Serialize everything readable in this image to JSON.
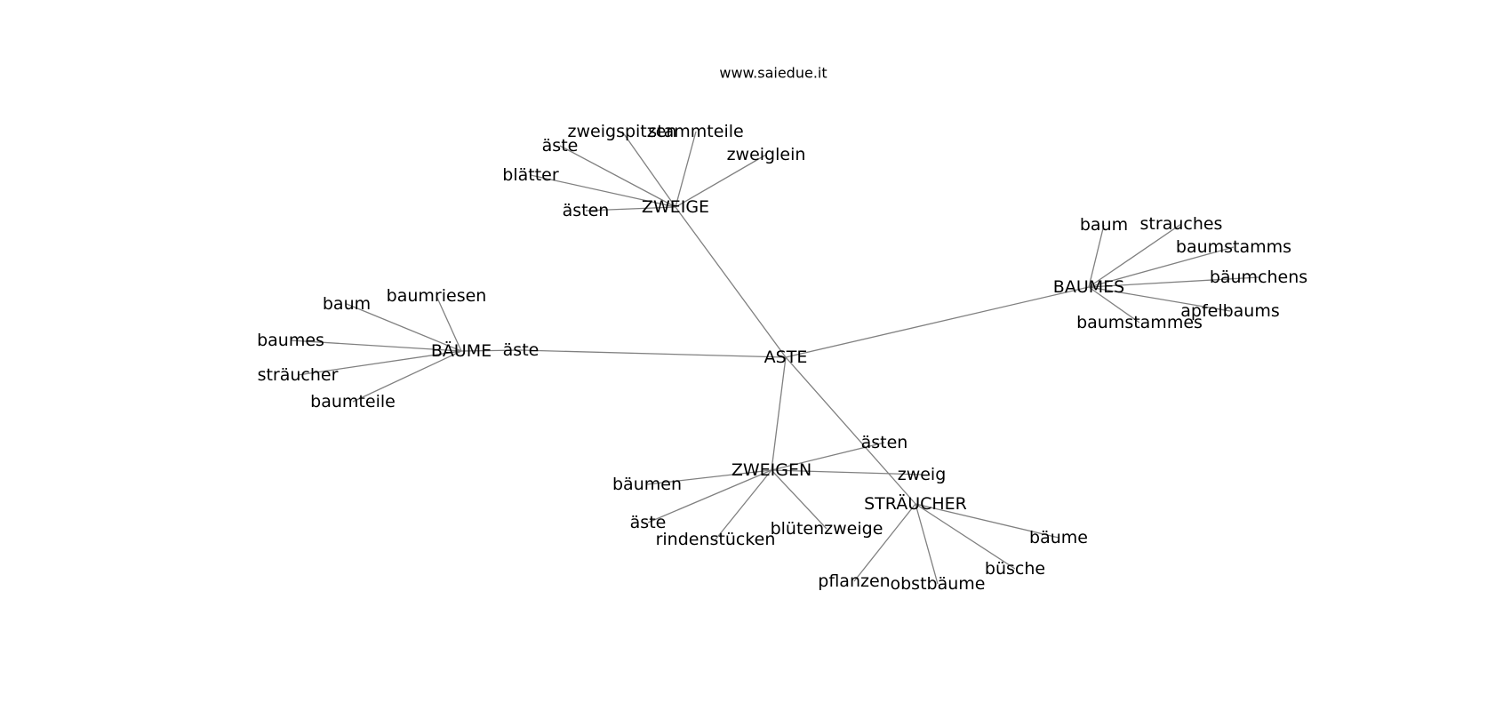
{
  "header": {
    "site": "www.saiedue.it"
  },
  "graph": {
    "nodes": [
      {
        "id": "aste",
        "label": "ASTE"
      },
      {
        "id": "zweige",
        "label": "ZWEIGE"
      },
      {
        "id": "baeume_hub",
        "label": "BÄUME"
      },
      {
        "id": "baumes_hub",
        "label": "BAUMES"
      },
      {
        "id": "zweigen",
        "label": "ZWEIGEN"
      },
      {
        "id": "straeucher_hub",
        "label": "STRÄUCHER"
      },
      {
        "id": "z_aeste",
        "label": "äste"
      },
      {
        "id": "z_zweigspitzen",
        "label": "zweigspitzen"
      },
      {
        "id": "z_stammteile",
        "label": "stammteile"
      },
      {
        "id": "z_zweiglein",
        "label": "zweiglein"
      },
      {
        "id": "z_blaetter",
        "label": "blätter"
      },
      {
        "id": "z_aesten",
        "label": "ästen"
      },
      {
        "id": "b_baum",
        "label": "baum"
      },
      {
        "id": "b_baumriesen",
        "label": "baumriesen"
      },
      {
        "id": "b_baumes",
        "label": "baumes"
      },
      {
        "id": "b_straeucher",
        "label": "sträucher"
      },
      {
        "id": "b_baumteile",
        "label": "baumteile"
      },
      {
        "id": "b_aeste",
        "label": "äste"
      },
      {
        "id": "bs_baum",
        "label": "baum"
      },
      {
        "id": "bs_strauches",
        "label": "strauches"
      },
      {
        "id": "bs_baumstamms",
        "label": "baumstamms"
      },
      {
        "id": "bs_baeumchens",
        "label": "bäumchens"
      },
      {
        "id": "bs_apfelbaums",
        "label": "apfelbaums"
      },
      {
        "id": "bs_baumstammes",
        "label": "baumstammes"
      },
      {
        "id": "zg_aesten",
        "label": "ästen"
      },
      {
        "id": "zg_zweig",
        "label": "zweig"
      },
      {
        "id": "zg_baeumen",
        "label": "bäumen"
      },
      {
        "id": "zg_aeste",
        "label": "äste"
      },
      {
        "id": "zg_rindenstuecken",
        "label": "rindenstücken"
      },
      {
        "id": "zg_bluetenzweige",
        "label": "blütenzweige"
      },
      {
        "id": "s_baeume",
        "label": "bäume"
      },
      {
        "id": "s_buesche",
        "label": "büsche"
      },
      {
        "id": "s_obstbaeume",
        "label": "obstbäume"
      },
      {
        "id": "s_pflanzen",
        "label": "pflanzen"
      }
    ],
    "edges": [
      [
        "aste",
        "zweige"
      ],
      [
        "aste",
        "b_aeste"
      ],
      [
        "b_aeste",
        "baeume_hub"
      ],
      [
        "aste",
        "baumes_hub"
      ],
      [
        "aste",
        "zweigen"
      ],
      [
        "aste",
        "straeucher_hub"
      ],
      [
        "zweige",
        "z_aeste"
      ],
      [
        "zweige",
        "z_zweigspitzen"
      ],
      [
        "zweige",
        "z_stammteile"
      ],
      [
        "zweige",
        "z_zweiglein"
      ],
      [
        "zweige",
        "z_blaetter"
      ],
      [
        "zweige",
        "z_aesten"
      ],
      [
        "baeume_hub",
        "b_baum"
      ],
      [
        "baeume_hub",
        "b_baumriesen"
      ],
      [
        "baeume_hub",
        "b_baumes"
      ],
      [
        "baeume_hub",
        "b_straeucher"
      ],
      [
        "baeume_hub",
        "b_baumteile"
      ],
      [
        "baumes_hub",
        "bs_baum"
      ],
      [
        "baumes_hub",
        "bs_strauches"
      ],
      [
        "baumes_hub",
        "bs_baumstamms"
      ],
      [
        "baumes_hub",
        "bs_baeumchens"
      ],
      [
        "baumes_hub",
        "bs_apfelbaums"
      ],
      [
        "baumes_hub",
        "bs_baumstammes"
      ],
      [
        "zweigen",
        "zg_aesten"
      ],
      [
        "zweigen",
        "zg_zweig"
      ],
      [
        "zweigen",
        "zg_baeumen"
      ],
      [
        "zweigen",
        "zg_aeste"
      ],
      [
        "zweigen",
        "zg_rindenstuecken"
      ],
      [
        "zweigen",
        "zg_bluetenzweige"
      ],
      [
        "straeucher_hub",
        "s_baeume"
      ],
      [
        "straeucher_hub",
        "s_buesche"
      ],
      [
        "straeucher_hub",
        "s_obstbaeume"
      ],
      [
        "straeucher_hub",
        "s_pflanzen"
      ]
    ]
  }
}
